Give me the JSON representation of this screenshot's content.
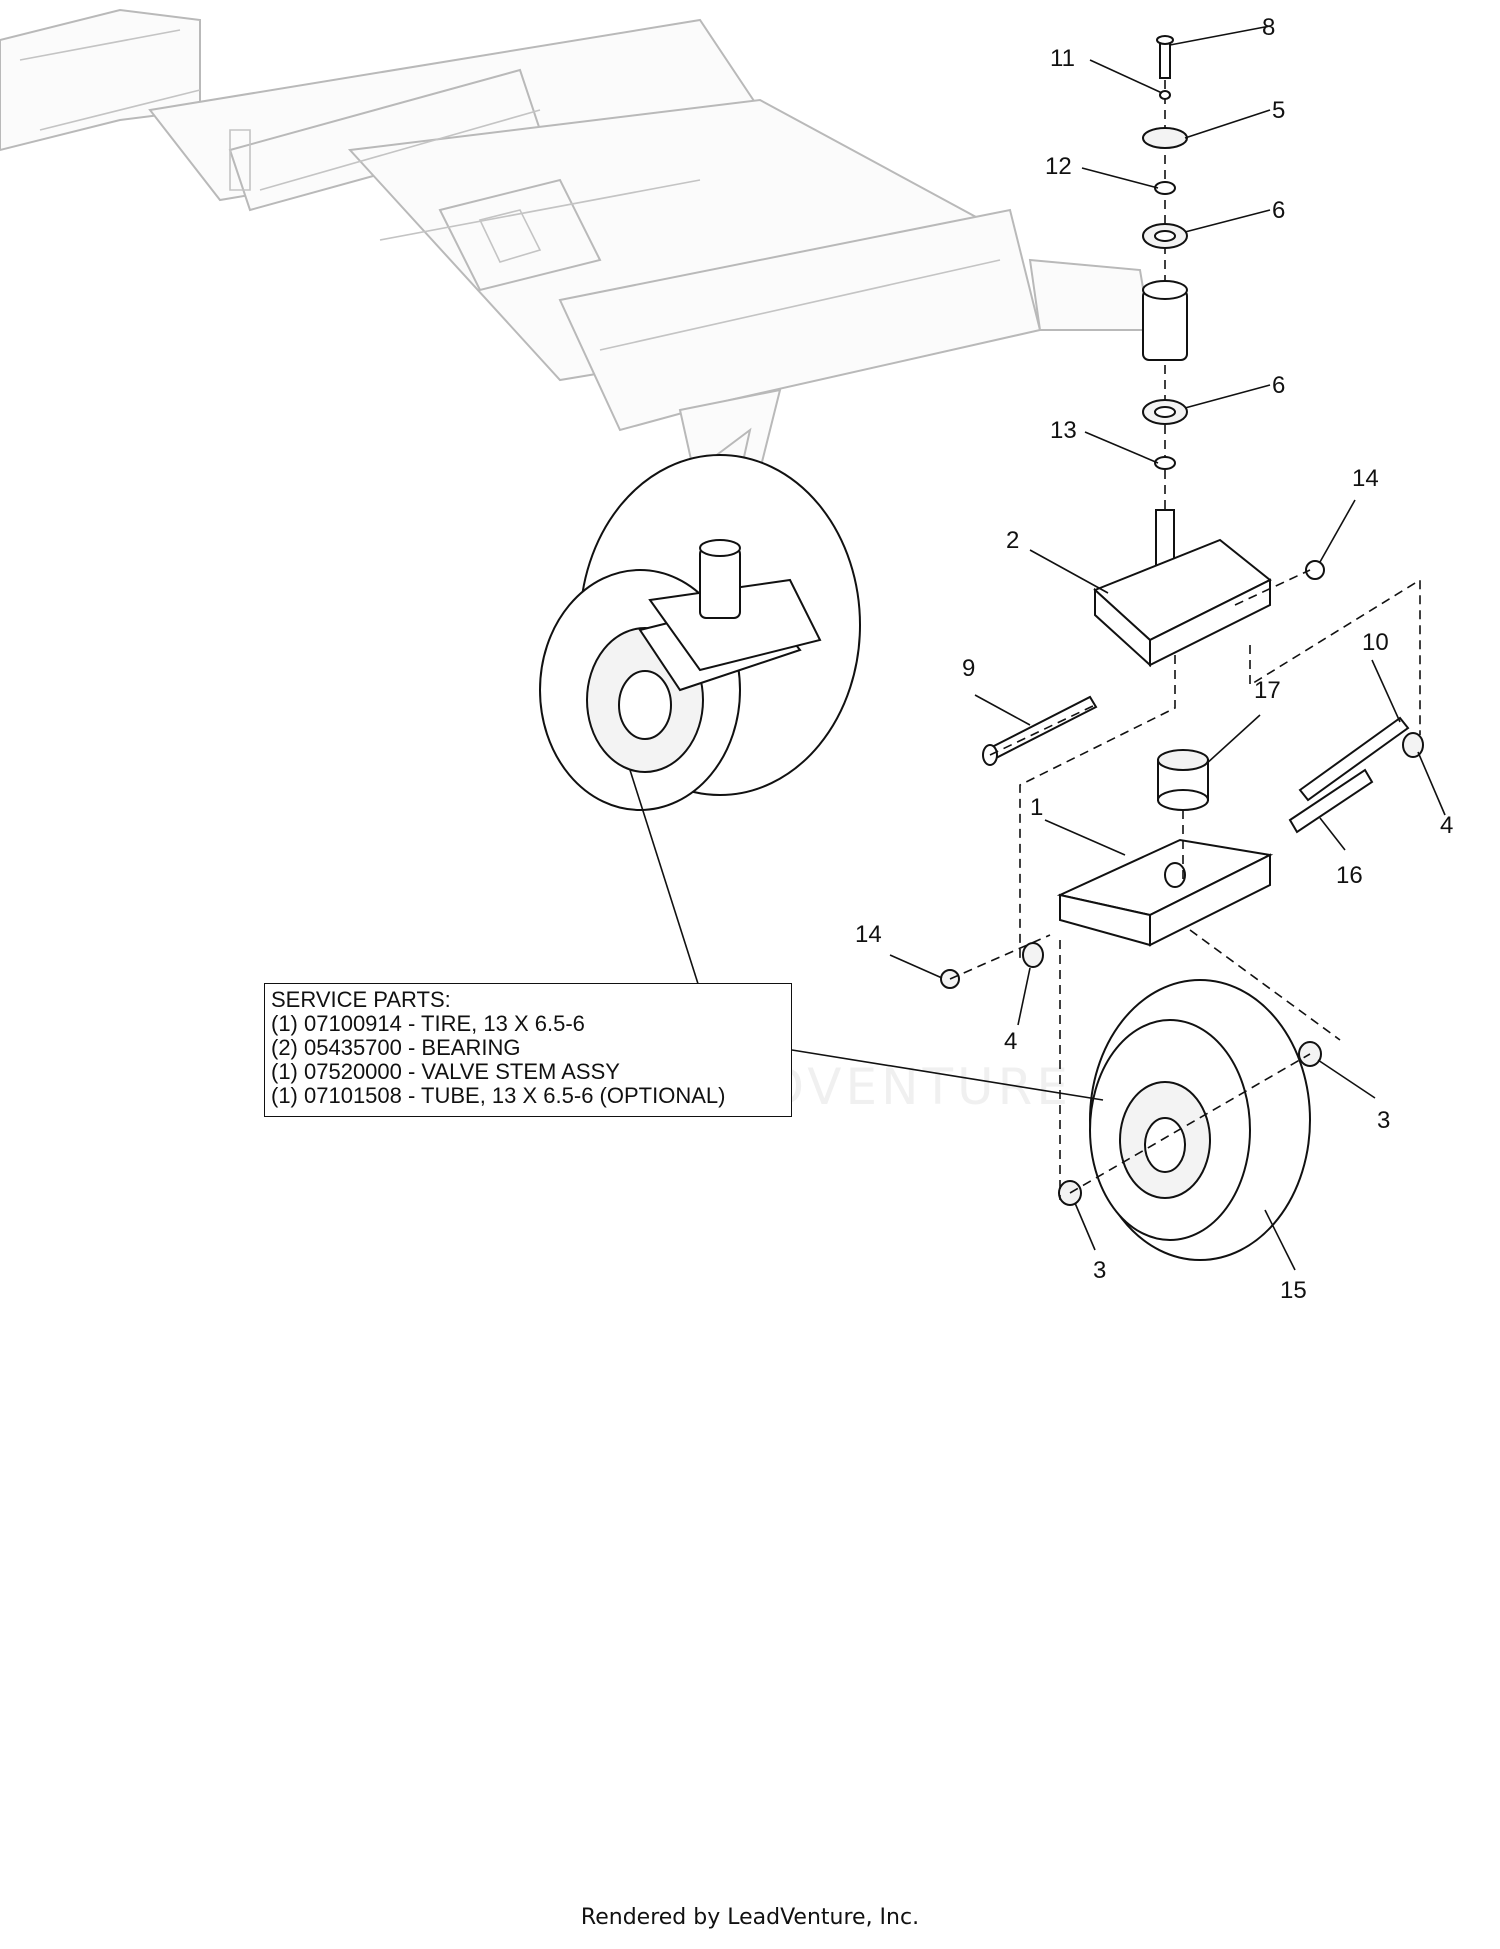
{
  "callouts": [
    {
      "id": "c8",
      "text": "8"
    },
    {
      "id": "c11",
      "text": "11"
    },
    {
      "id": "c5",
      "text": "5"
    },
    {
      "id": "c12",
      "text": "12"
    },
    {
      "id": "c6a",
      "text": "6"
    },
    {
      "id": "c6b",
      "text": "6"
    },
    {
      "id": "c13",
      "text": "13"
    },
    {
      "id": "c14a",
      "text": "14"
    },
    {
      "id": "c2",
      "text": "2"
    },
    {
      "id": "c10",
      "text": "10"
    },
    {
      "id": "c9",
      "text": "9"
    },
    {
      "id": "c17",
      "text": "17"
    },
    {
      "id": "c1",
      "text": "1"
    },
    {
      "id": "c4a",
      "text": "4"
    },
    {
      "id": "c16",
      "text": "16"
    },
    {
      "id": "c14b",
      "text": "14"
    },
    {
      "id": "c4b",
      "text": "4"
    },
    {
      "id": "c3a",
      "text": "3"
    },
    {
      "id": "c3b",
      "text": "3"
    },
    {
      "id": "c15",
      "text": "15"
    }
  ],
  "service_parts": {
    "title": "SERVICE PARTS:",
    "lines": [
      "(1) 07100914 - TIRE, 13 X 6.5-6",
      "(2) 05435700 - BEARING",
      "(1) 07520000 - VALVE STEM ASSY",
      "(1) 07101508 - TUBE, 13 X 6.5-6 (OPTIONAL)"
    ]
  },
  "watermark": "LEADVENTURE",
  "footer": "Rendered by LeadVenture, Inc."
}
